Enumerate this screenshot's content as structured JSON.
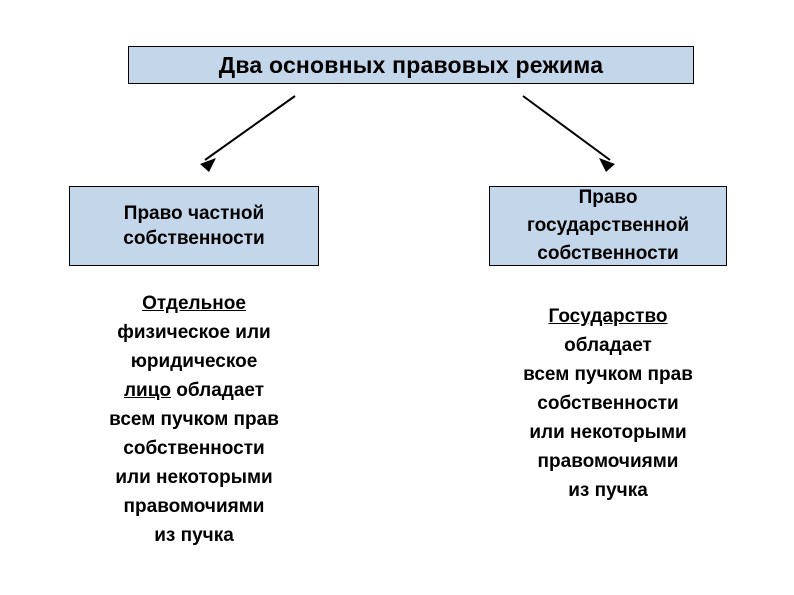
{
  "slide": {
    "title": "Два основных правовых режима",
    "background_color": "#ffffff",
    "box_fill_color": "#c3d6ea",
    "box_border_color": "#000000"
  },
  "branches": {
    "left": {
      "box_label_line1": "Право частной",
      "box_label_line2": "собственности",
      "caption_lines": [
        "Отдельное",
        "физическое или",
        "юридическое",
        "лицо обладает",
        "всем пучком прав",
        "собственности",
        "или некоторыми",
        "правомочиями",
        "из пучка"
      ],
      "underlined_lines": [
        "Отдельное",
        "лицо"
      ]
    },
    "right": {
      "box_label_line1": "Право",
      "box_label_line2": "государственной",
      "box_label_line3": "собственности",
      "caption_lines": [
        "Государство",
        "обладает",
        "всем пучком прав",
        "собственности",
        "или некоторыми",
        "правомочиями",
        "из пучка"
      ],
      "underlined_lines": [
        "Государство"
      ]
    }
  },
  "connectors": [
    {
      "name": "arrow-to-left-branch",
      "from": "title-box",
      "to": "left-box"
    },
    {
      "name": "arrow-to-right-branch",
      "from": "title-box",
      "to": "right-box"
    }
  ]
}
